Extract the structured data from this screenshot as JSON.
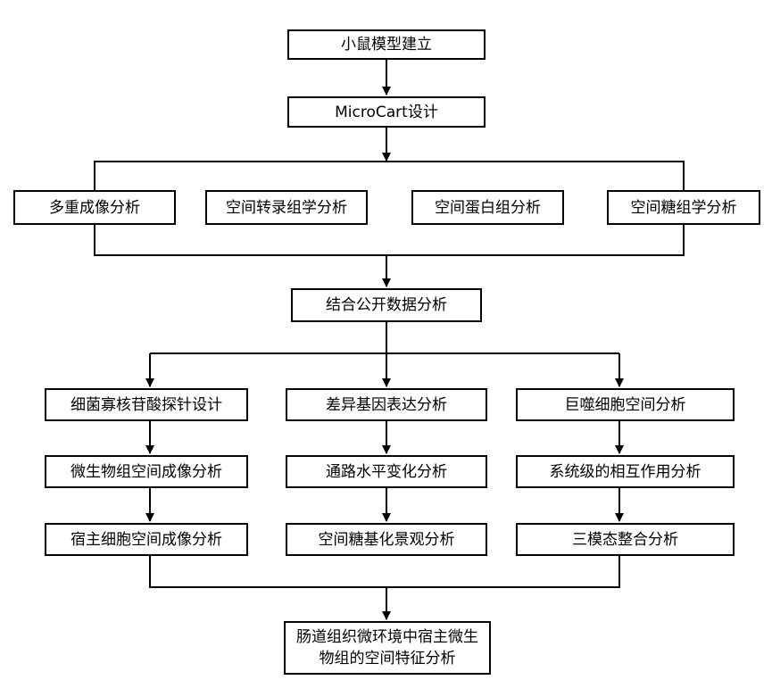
{
  "nodes": {
    "mouse_model": "小鼠模型建立",
    "microcart": "MicroCart设计",
    "multiplex_imaging": "多重成像分析",
    "spatial_transcriptomics": "空间转录组学分析",
    "spatial_proteomics": "空间蛋白组分析",
    "spatial_glycomics": "空间糖组学分析",
    "public_data": "结合公开数据分析",
    "probe_design": "细菌寡核苷酸探针设计",
    "microbiome_imaging": "微生物组空间成像分析",
    "host_cell_imaging": "宿主细胞空间成像分析",
    "differential_expression": "差异基因表达分析",
    "pathway_changes": "通路水平变化分析",
    "glyco_landscape": "空间糖基化景观分析",
    "macrophage_analysis": "巨噬细胞空间分析",
    "system_interaction": "系统级的相互作用分析",
    "trimodal_integration": "三模态整合分析",
    "final_output": "肠道组织微环境中宿主微生物组的空间特征分析"
  },
  "colors": {
    "stroke": "#000000",
    "fill": "#ffffff",
    "text": "#000000"
  }
}
